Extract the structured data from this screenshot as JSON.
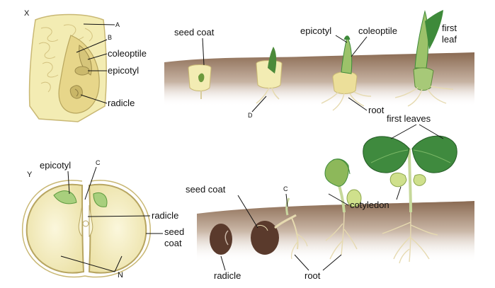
{
  "labels": {
    "x_marker": "X",
    "a_marker": "A",
    "b_marker": "B",
    "c_marker_top": "C",
    "c_marker_bottom": "C",
    "d_marker": "D",
    "y_marker": "Y",
    "n_marker": "N",
    "corn_coleoptile": "coleoptile",
    "corn_epicotyl": "epicotyl",
    "corn_radicle": "radicle",
    "top_seed_coat": "seed coat",
    "top_epicotyl": "epicotyl",
    "top_coleoptile": "coleoptile",
    "top_first_leaf_1": "first",
    "top_first_leaf_2": "leaf",
    "top_root": "root",
    "bean_epicotyl": "epicotyl",
    "bean_radicle": "radicle",
    "bean_seed_1": "seed",
    "bean_seed_2": "coat",
    "bottom_seed_coat": "seed coat",
    "bottom_radicle": "radicle",
    "bottom_root": "root",
    "bottom_cotyledon": "cotyledon",
    "bottom_first_leaves": "first leaves"
  },
  "colors": {
    "soil_top": "#8a6a52",
    "soil_bottom": "#ffffff",
    "kernel_fill": "#f3ecb3",
    "embryo_fill": "#e7d68a",
    "leaf_green": "#3e8a3a",
    "leaf_light": "#9cc26a",
    "root_color": "#e8dcb2",
    "bean_brown": "#5a3a2c"
  }
}
